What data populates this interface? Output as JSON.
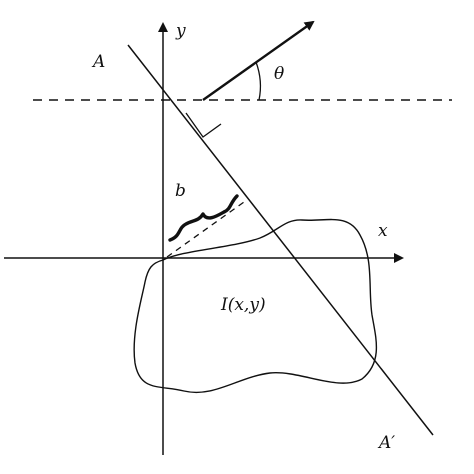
{
  "labels": {
    "y_axis": "y",
    "x_axis": "x",
    "line_start": "A",
    "line_end": "A′",
    "angle": "θ",
    "offset": "b",
    "region": "I(x,y)"
  },
  "colors": {
    "ink": "#111111",
    "background": "#ffffff"
  }
}
